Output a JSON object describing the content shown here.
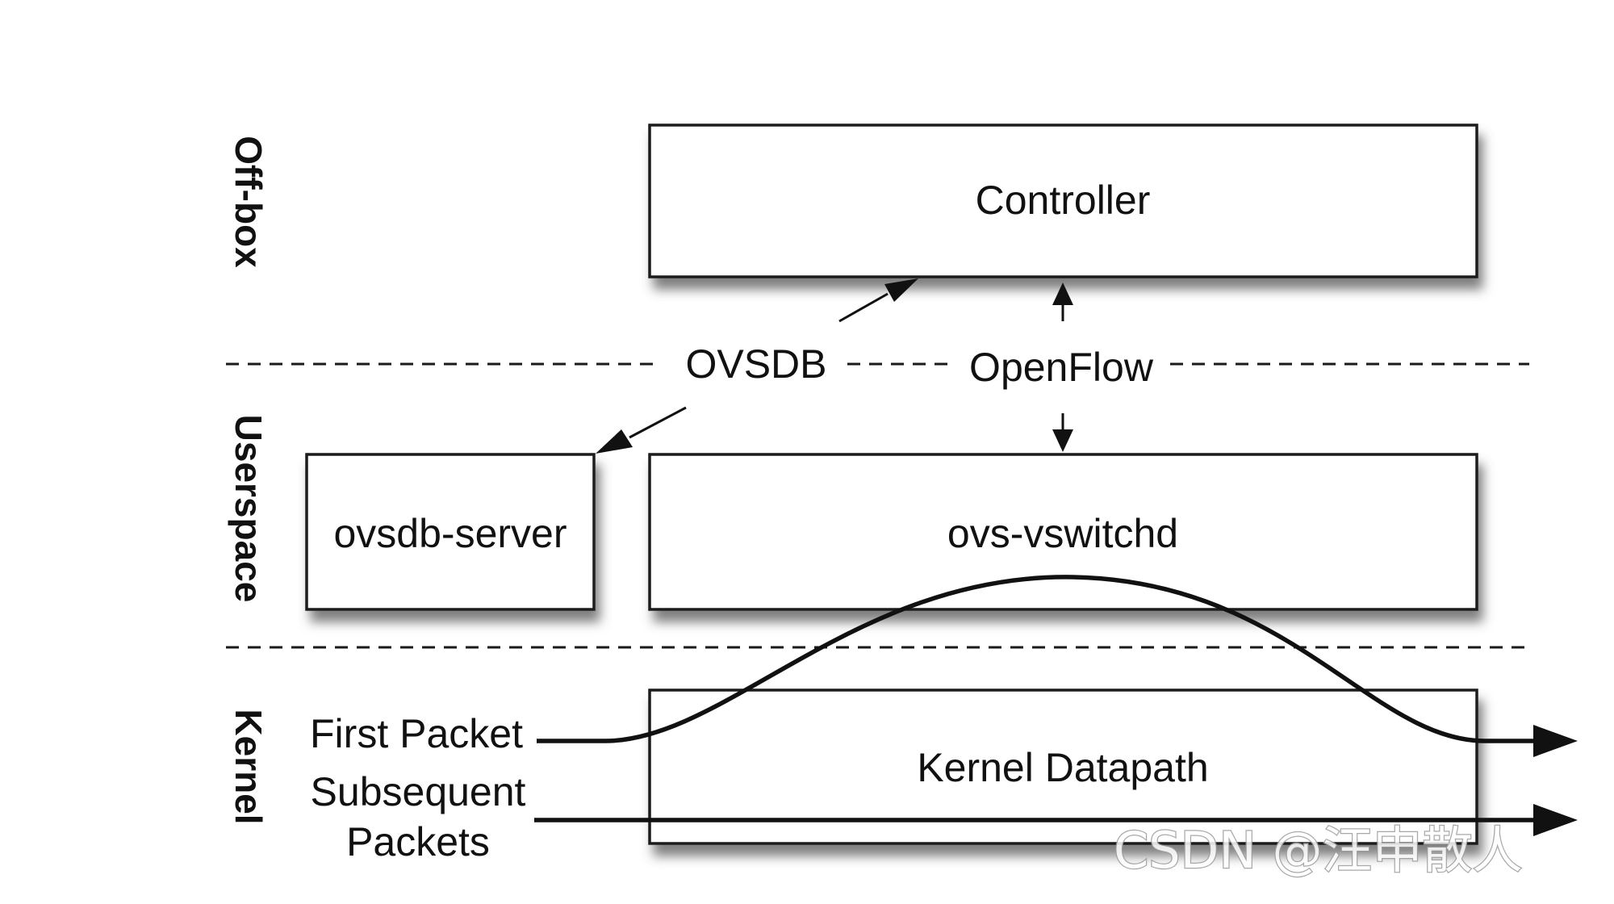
{
  "layers": {
    "offbox": "Off-box",
    "userspace": "Userspace",
    "kernel": "Kernel"
  },
  "boxes": {
    "controller": "Controller",
    "ovsdb_server": "ovsdb-server",
    "ovs_vswitchd": "ovs-vswitchd",
    "kernel_datapath": "Kernel Datapath"
  },
  "protocols": {
    "ovsdb": "OVSDB",
    "openflow": "OpenFlow"
  },
  "flows": {
    "first_packet": "First Packet",
    "subsequent_line1": "Subsequent",
    "subsequent_line2": "Packets"
  },
  "watermark": "CSDN @汪申散人",
  "colors": {
    "stroke": "#1a1a1a",
    "shadow": "#555555",
    "background": "#ffffff"
  }
}
